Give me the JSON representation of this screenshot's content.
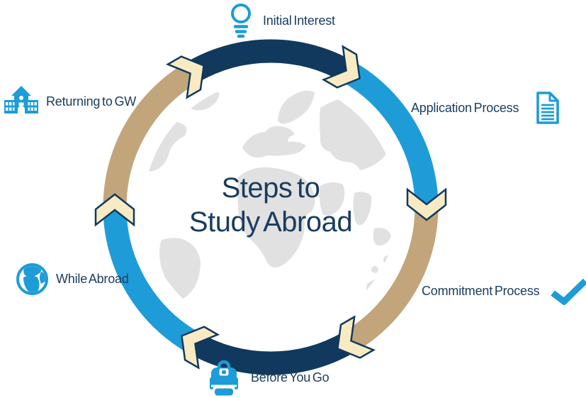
{
  "title": {
    "line1": "Steps to",
    "line2": "Study Abroad"
  },
  "steps": [
    {
      "label": "Initial Interest",
      "icon": "lightbulb-icon"
    },
    {
      "label": "Application Process",
      "icon": "document-icon"
    },
    {
      "label": "Commitment Process",
      "icon": "checkmark-icon"
    },
    {
      "label": "Before You Go",
      "icon": "backpack-icon"
    },
    {
      "label": "While Abroad",
      "icon": "globe-icon"
    },
    {
      "label": "Returning to GW",
      "icon": "school-icon"
    }
  ],
  "ring": {
    "direction": "clockwise",
    "segment_colors": [
      "navy",
      "blue",
      "tan",
      "navy",
      "blue",
      "tan"
    ],
    "connector": "chevron-arrow"
  },
  "colors": {
    "navy": "#11395E",
    "blue": "#1E9CD8",
    "tan": "#C2A57A",
    "cream": "#F8EBC3",
    "map_gray": "#E1E1E1",
    "text_navy": "#1A3C5E"
  }
}
